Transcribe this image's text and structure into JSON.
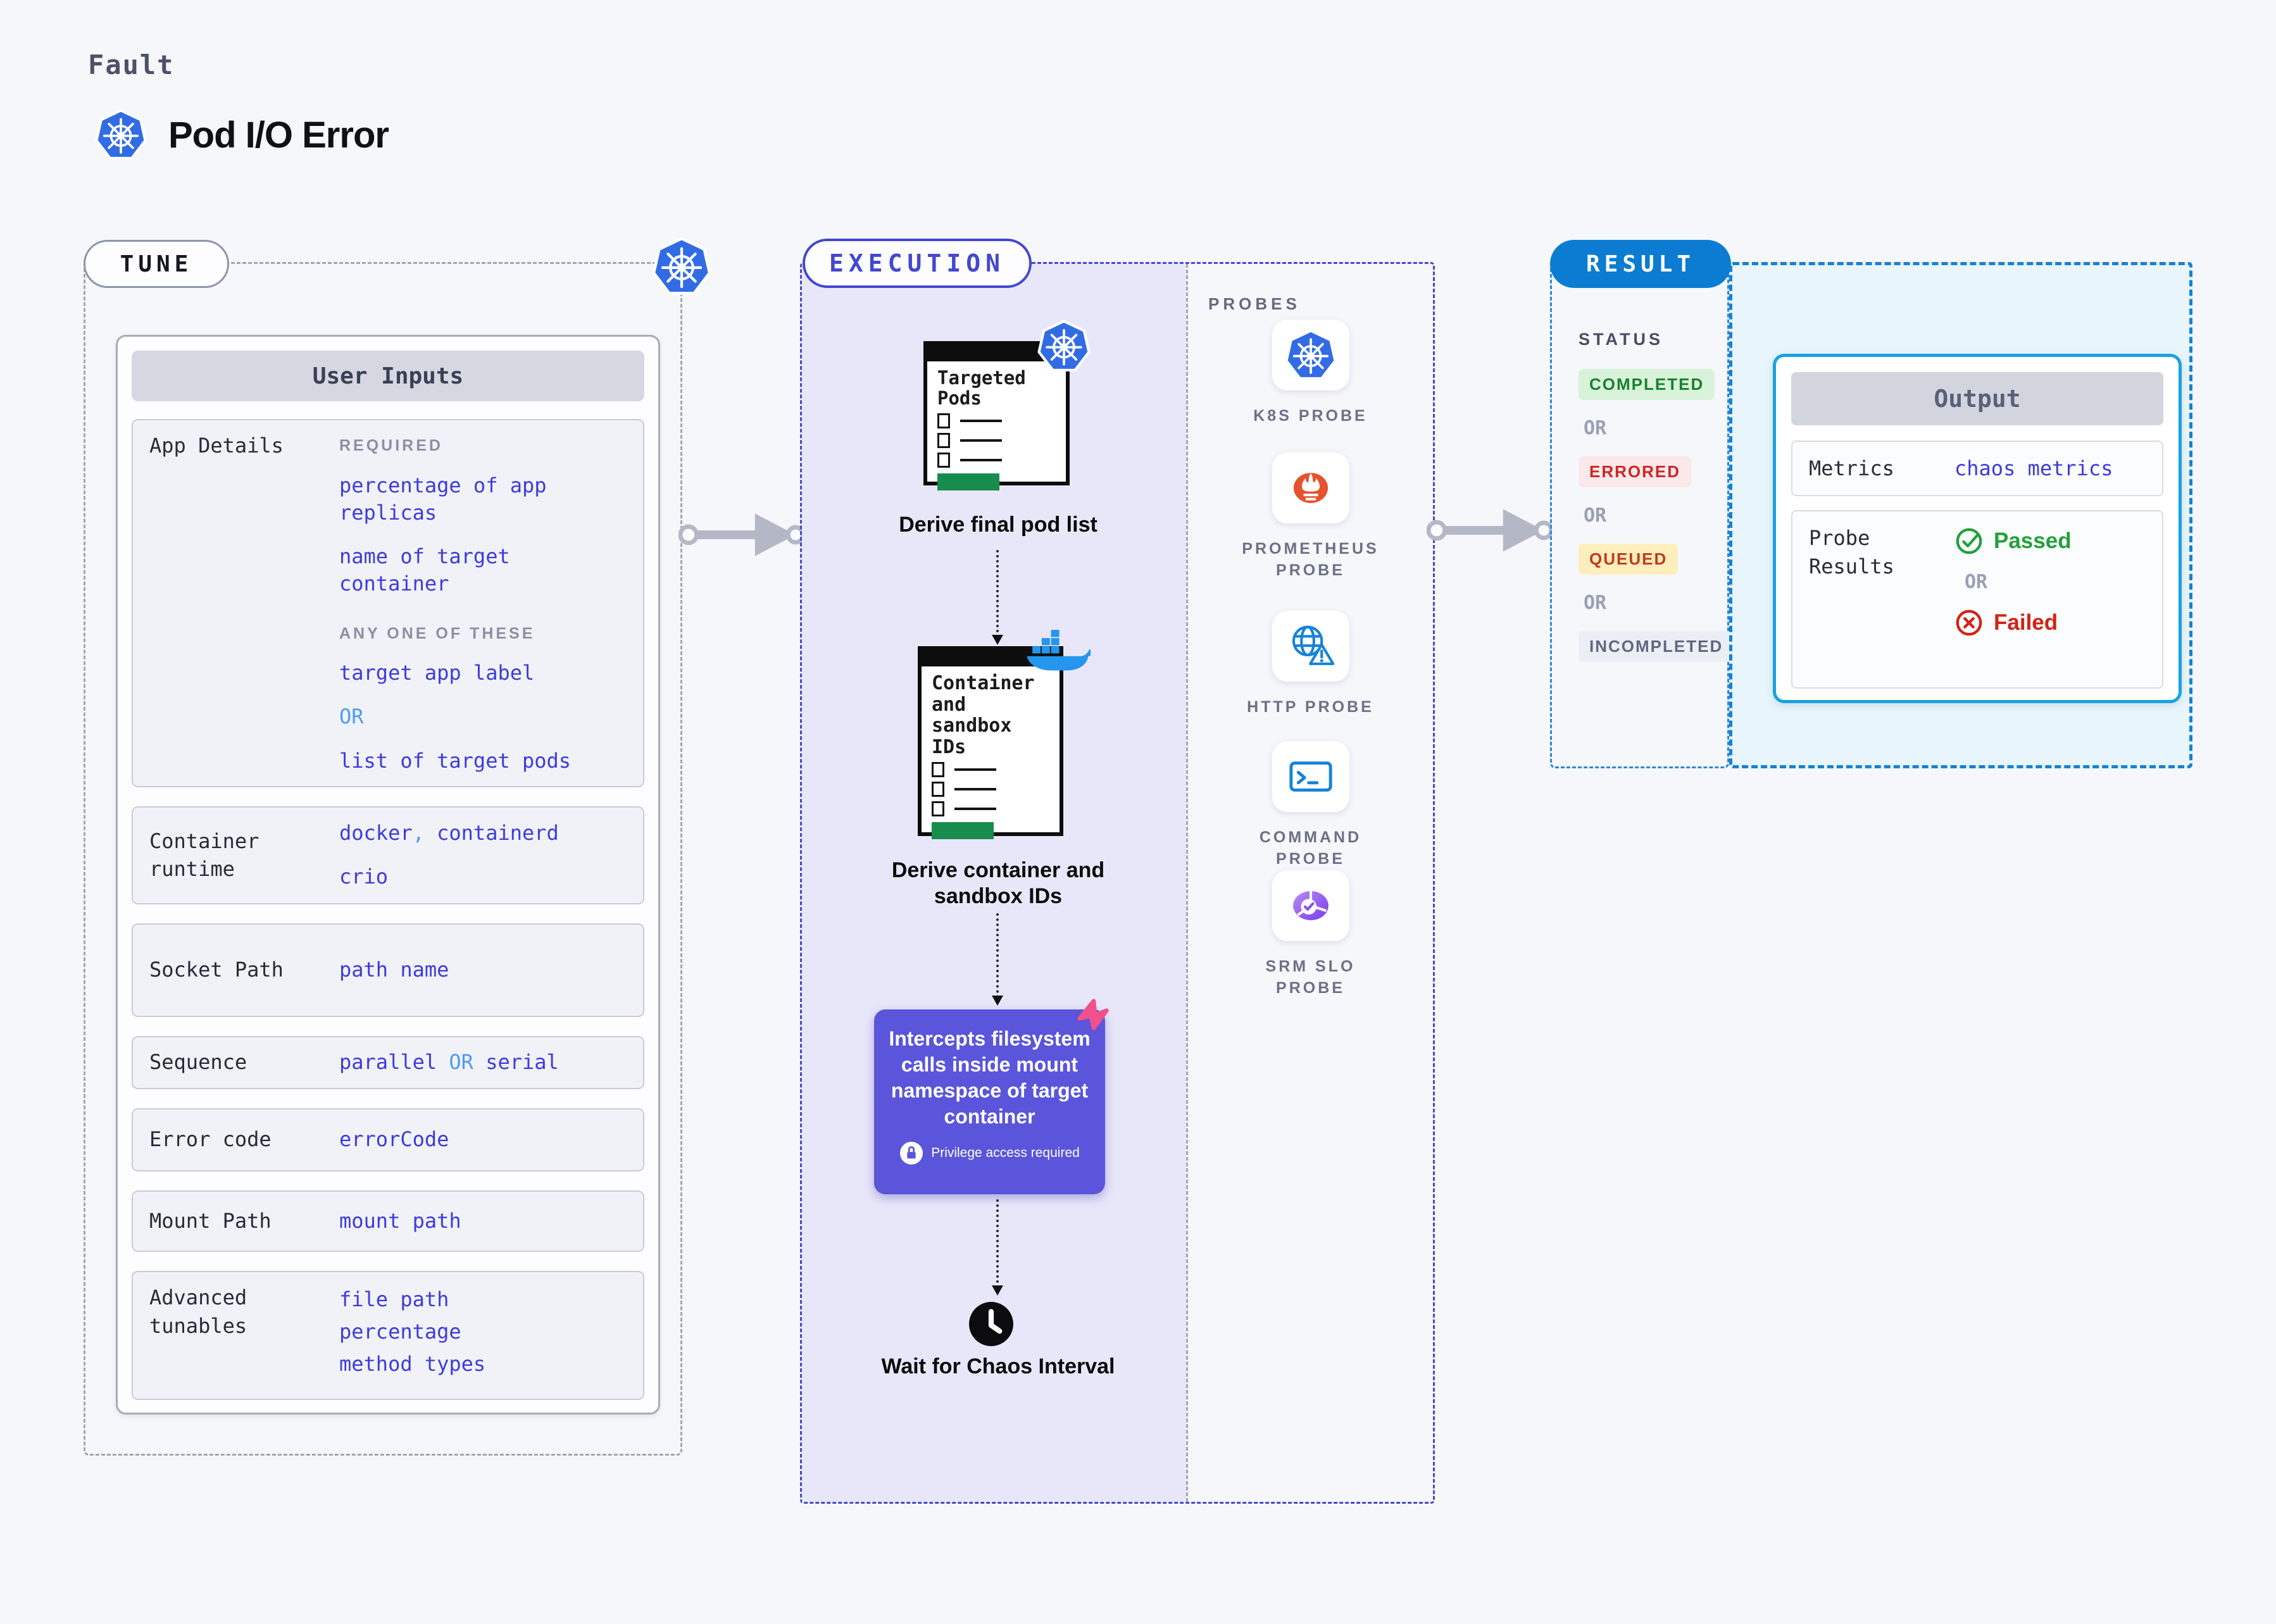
{
  "header": {
    "category": "Fault",
    "title": "Pod I/O Error"
  },
  "tune": {
    "label": "TUNE",
    "card_title": "User Inputs",
    "app_details": {
      "label": "App Details",
      "required_heading": "REQUIRED",
      "required_values": [
        "percentage of app replicas",
        "name of target container"
      ],
      "any_heading": "ANY ONE OF THESE",
      "any_value_1": "target app label",
      "or": "OR",
      "any_value_2": "list of target pods"
    },
    "container_runtime": {
      "label": "Container runtime",
      "value_1": "docker",
      "comma": ",",
      "value_2": "containerd",
      "value_3": "crio"
    },
    "socket_path": {
      "label": "Socket Path",
      "value": "path name"
    },
    "sequence": {
      "label": "Sequence",
      "value_1": "parallel",
      "or": "OR",
      "value_2": "serial"
    },
    "error_code": {
      "label": "Error code",
      "value": "errorCode"
    },
    "mount_path": {
      "label": "Mount Path",
      "value": "mount path"
    },
    "advanced_tunables": {
      "label": "Advanced tunables",
      "value_1": "file path",
      "value_2": "percentage",
      "value_3": "method types"
    }
  },
  "execution": {
    "label": "EXECUTION",
    "node1": {
      "title": "Targeted Pods",
      "caption": "Derive final pod list"
    },
    "node2": {
      "title": "Container and sandbox IDs",
      "caption": "Derive container and sandbox IDs"
    },
    "intercept": {
      "text": "Intercepts filesystem calls inside mount namespace of target container",
      "privilege": "Privilege access required"
    },
    "wait": {
      "caption": "Wait for Chaos Interval"
    }
  },
  "probes": {
    "label": "PROBES",
    "items": [
      {
        "name": "K8S PROBE",
        "icon": "kubernetes-icon"
      },
      {
        "name": "PROMETHEUS PROBE",
        "icon": "prometheus-icon"
      },
      {
        "name": "HTTP PROBE",
        "icon": "http-globe-icon"
      },
      {
        "name": "COMMAND PROBE",
        "icon": "terminal-icon"
      },
      {
        "name": "SRM SLO PROBE",
        "icon": "slo-gauge-icon"
      }
    ]
  },
  "result": {
    "label": "RESULT",
    "status_heading": "STATUS",
    "statuses": [
      "COMPLETED",
      "ERRORED",
      "QUEUED",
      "INCOMPLETED"
    ],
    "or": "OR",
    "output": {
      "title": "Output",
      "metrics_label": "Metrics",
      "metrics_value": "chaos metrics",
      "probe_results_label": "Probe Results",
      "passed": "Passed",
      "or": "OR",
      "failed": "Failed"
    }
  },
  "colors": {
    "k8s_blue": "#326ce5",
    "execution_purple": "#4348cf",
    "intercept_purple": "#5a55da",
    "result_blue": "#0b7cd1",
    "output_border": "#17a3de",
    "value_indigo": "#3d3bdb",
    "or_light_blue": "#4d9bf5",
    "passed_green": "#23a03c",
    "failed_red": "#d32215",
    "docker_blue": "#2496ed",
    "prometheus_orange": "#e6522c",
    "green_bar": "#188c4c",
    "pink_badge": "#f0508c"
  }
}
